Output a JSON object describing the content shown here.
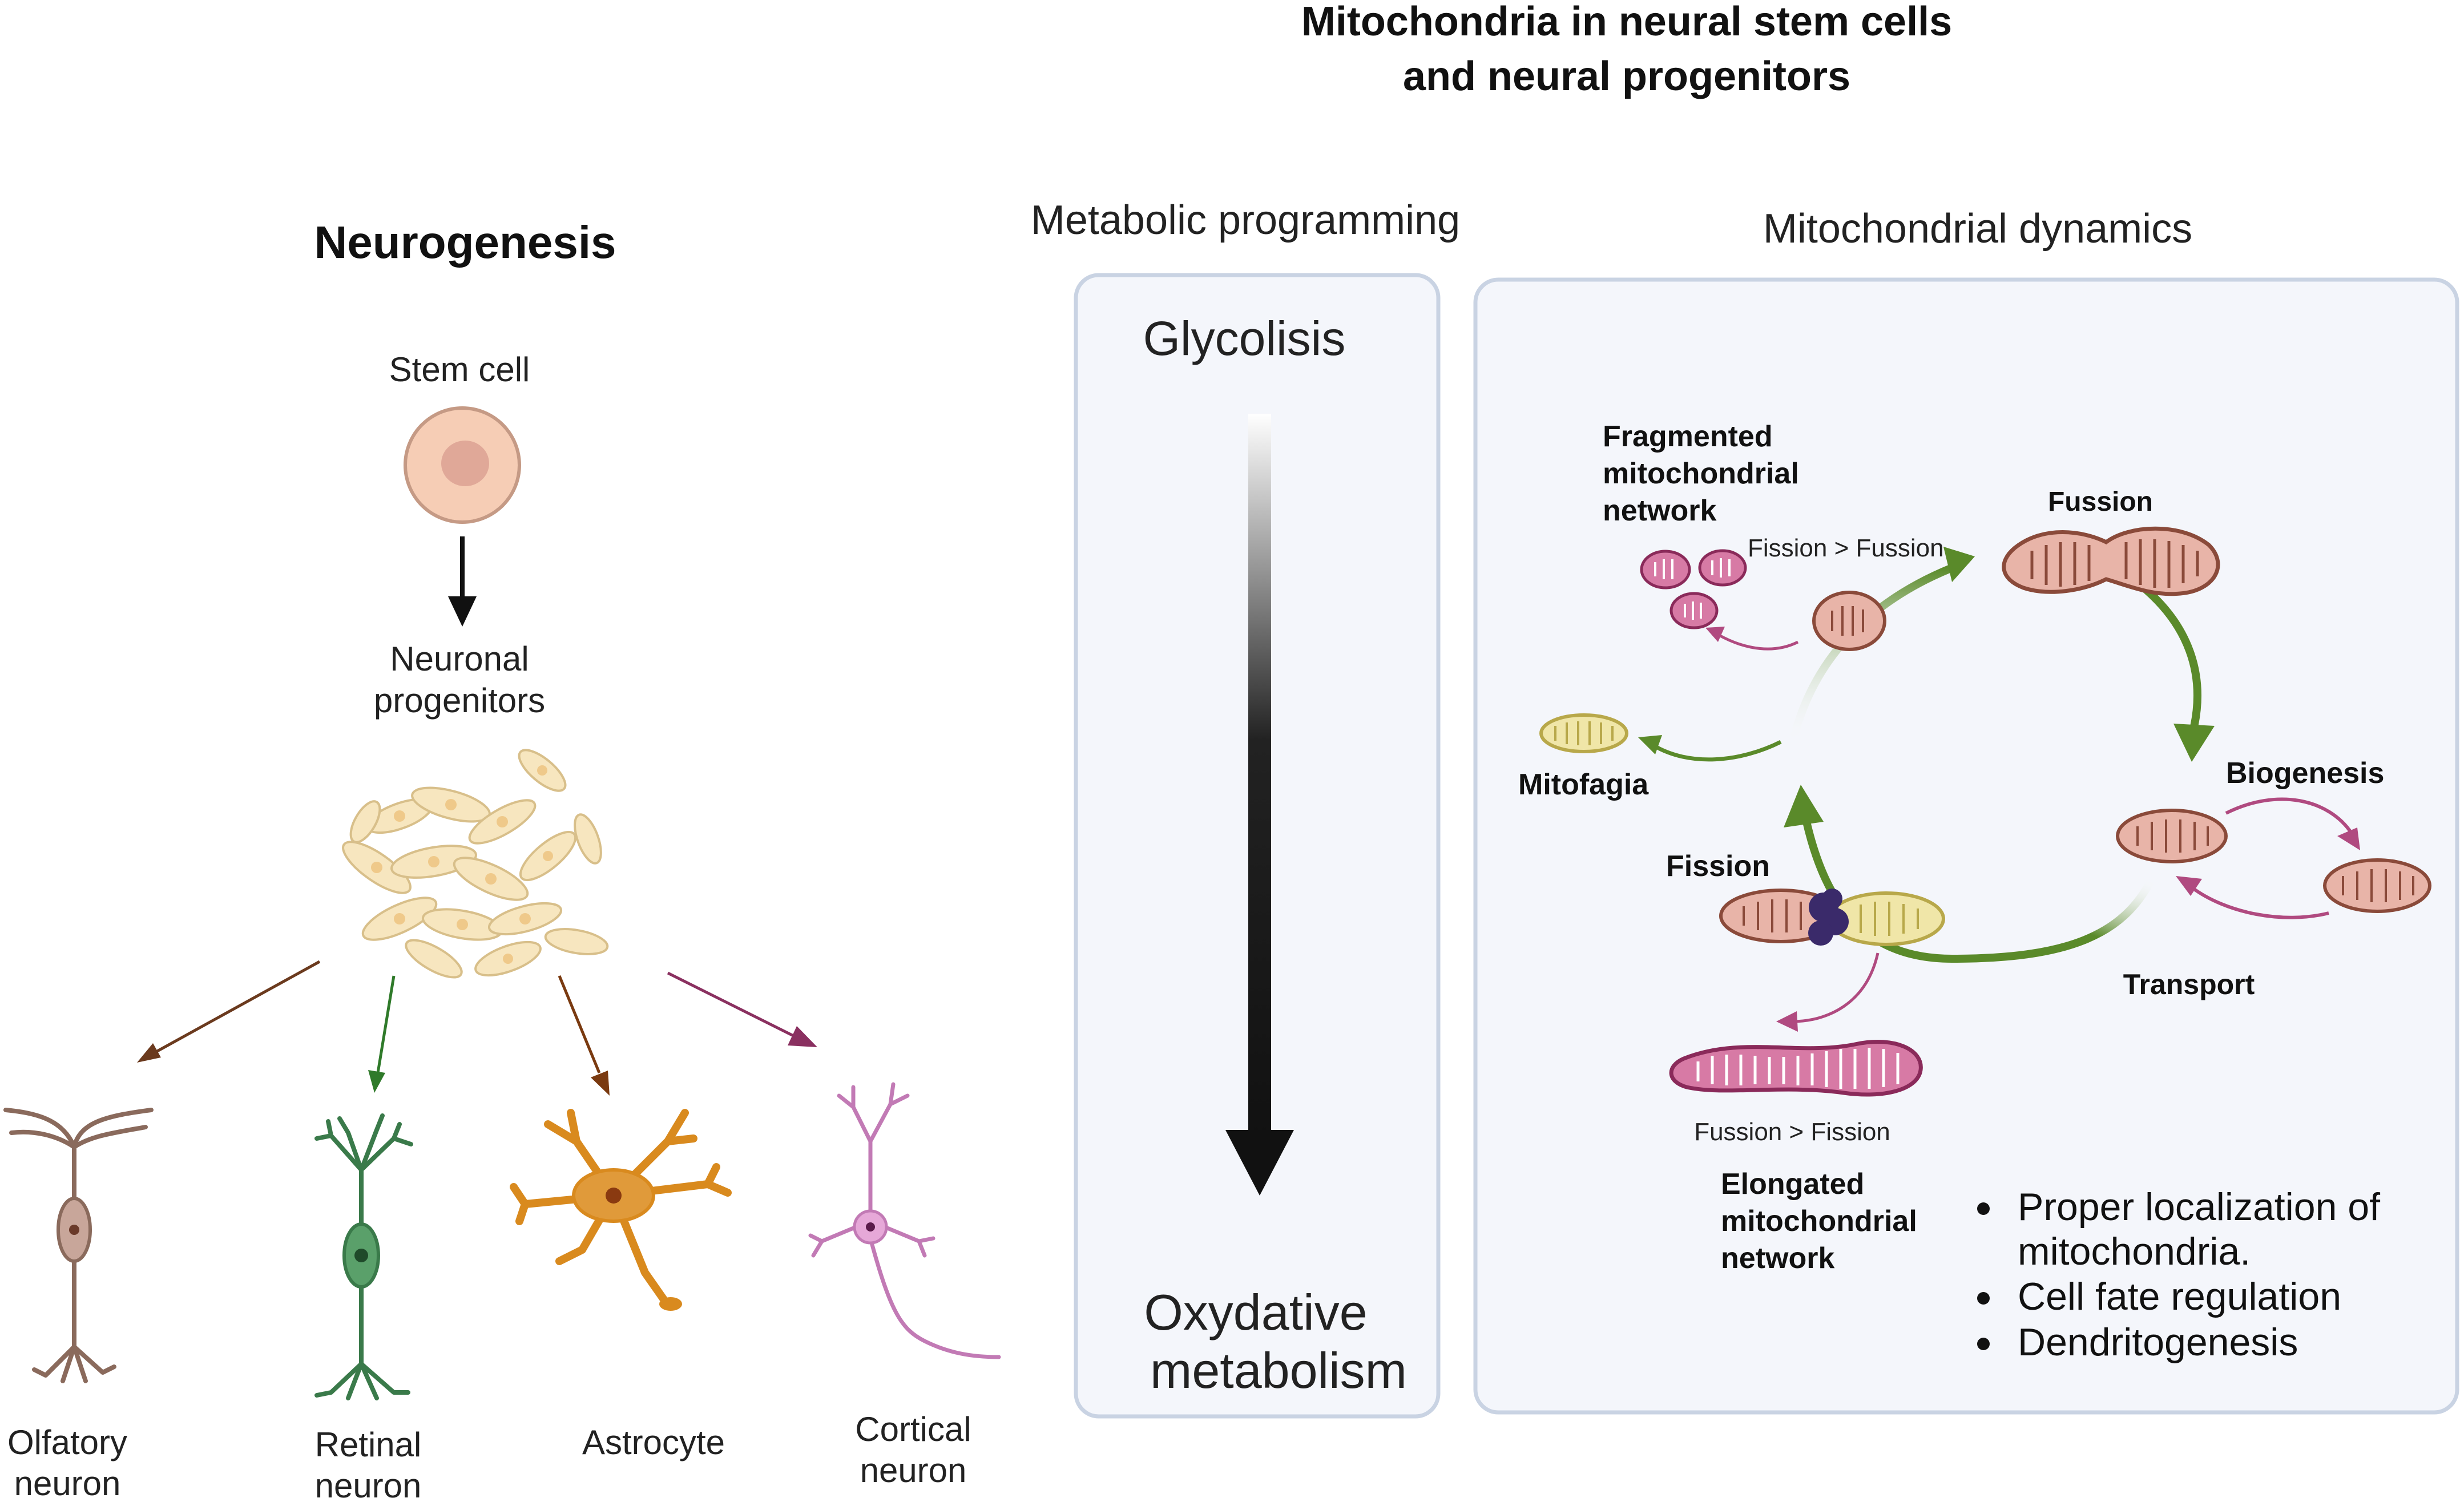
{
  "title": {
    "line1": "Mitochondria in neural stem cells",
    "line2": "and neural progenitors"
  },
  "neurogenesis": {
    "heading": "Neurogenesis",
    "stem_cell": "Stem cell",
    "progenitors_line1": "Neuronal",
    "progenitors_line2": "progenitors",
    "neurons": [
      {
        "line1": "Olfatory",
        "line2": "neuron",
        "color": "#8a6a5c"
      },
      {
        "line1": "Retinal",
        "line2": "neuron",
        "color": "#3a7a4a"
      },
      {
        "line1": "Astrocyte",
        "line2": "",
        "color": "#d98a1e"
      },
      {
        "line1": "Cortical",
        "line2": "neuron",
        "color": "#c27ab5"
      }
    ]
  },
  "metabolic": {
    "heading": "Metabolic programming",
    "top": "Glycolisis",
    "bottom_line1": "Oxydative",
    "bottom_line2": "metabolism"
  },
  "dynamics": {
    "heading": "Mitochondrial dynamics",
    "fragmented_line1": "Fragmented",
    "fragmented_line2": "mitochondrial",
    "fragmented_line3": "network",
    "fission_gt_fusion": "Fission > Fussion",
    "fusion": "Fussion",
    "biogenesis": "Biogenesis",
    "transport": "Transport",
    "fission": "Fission",
    "mitofagia": "Mitofagia",
    "fusion_gt_fission": "Fussion > Fission",
    "elongated_line1": "Elongated",
    "elongated_line2": "mitochondrial",
    "elongated_line3": "network",
    "bullets": [
      {
        "line1": "Proper localization of",
        "line2": "mitochondria."
      },
      {
        "line1": "Cell fate regulation",
        "line2": ""
      },
      {
        "line1": "Dendritogenesis",
        "line2": ""
      }
    ]
  },
  "colors": {
    "cycle_green": "#5a8a2a",
    "mito_fill": "#e8b4a8",
    "mito_stroke": "#8a4a3a",
    "mito_magenta": "#d77aa5",
    "mito_yellow": "#f0e6a8",
    "panel_bg": "#f4f6fb",
    "panel_border": "#c9d3e3"
  }
}
